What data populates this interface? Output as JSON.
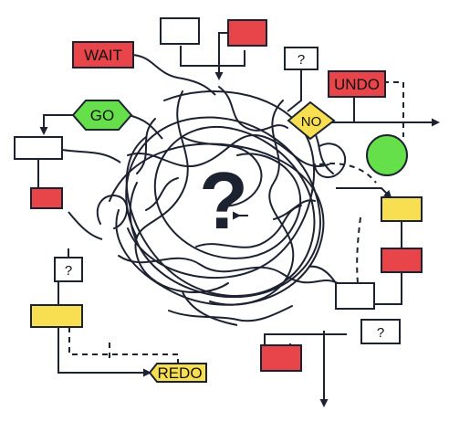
{
  "labels": {
    "wait": "WAIT",
    "go": "GO",
    "undo": "UNDO",
    "no": "NO",
    "redo": "REDO",
    "question": "?",
    "big_question": "?"
  },
  "colors": {
    "red": "#e8454a",
    "yellow": "#f8df52",
    "green": "#66e04a",
    "white": "#ffffff",
    "ink": "#1c2230"
  }
}
